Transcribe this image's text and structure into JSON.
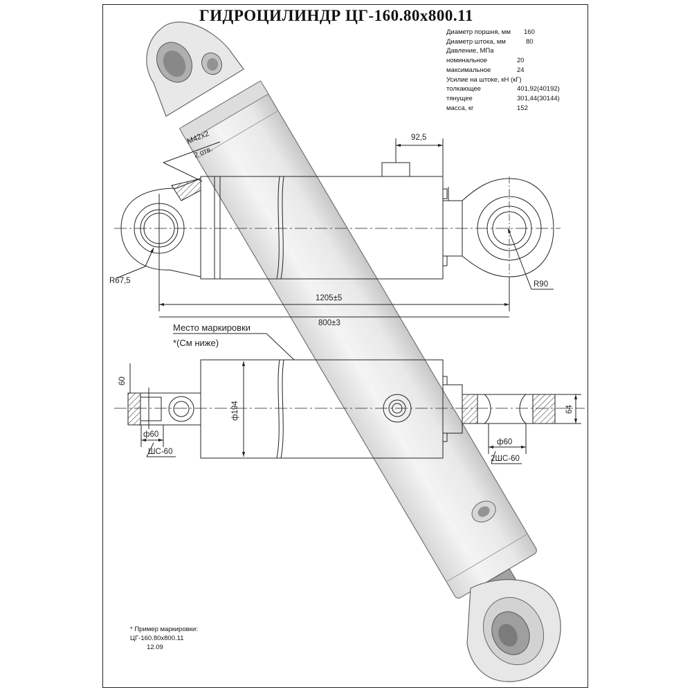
{
  "title": "ГИДРОЦИЛИНДР ЦГ-160.80х800.11",
  "specs": {
    "piston_diameter_label": "Диаметр поршня, мм",
    "piston_diameter_value": "160",
    "rod_diameter_label": "Диаметр штока, мм",
    "rod_diameter_value": "80",
    "pressure_label": "Давление, МПа",
    "nominal_label": "номинальное",
    "nominal_value": "20",
    "maximum_label": "максимальное",
    "maximum_value": "24",
    "force_label": "Усилие на штоке, кН (кГ)",
    "push_label": "толкающее",
    "push_value": "401,92(40192)",
    "pull_label": "тянущее",
    "pull_value": "301,44(30144)",
    "mass_label": "масса, кг",
    "mass_value": "152"
  },
  "dimensions": {
    "port_offset": "92,5",
    "thread": "М42х2",
    "thread_count": "2 отв.",
    "eye_radius_left": "R67,5",
    "eye_radius_right": "R90",
    "installed_length": "1205±5",
    "stroke": "800±3",
    "marking_place": "Место маркировки",
    "marking_note": "*(См ниже)",
    "lug_width": "60",
    "body_diameter": "ф194",
    "bore_left": "ф60",
    "bearing_left": "ШС-60",
    "bore_right": "ф60",
    "bearing_right": "2ШС-60",
    "rod_eye_width": "64"
  },
  "marking_example": {
    "heading": "* Пример маркировки:",
    "line1": "ЦГ-160.80х800.11",
    "line2": "12.09"
  },
  "colors": {
    "line": "#222222",
    "render_fill": "#e6e6e6",
    "render_shadow": "#bdbdbd",
    "centerline": "#555555"
  }
}
